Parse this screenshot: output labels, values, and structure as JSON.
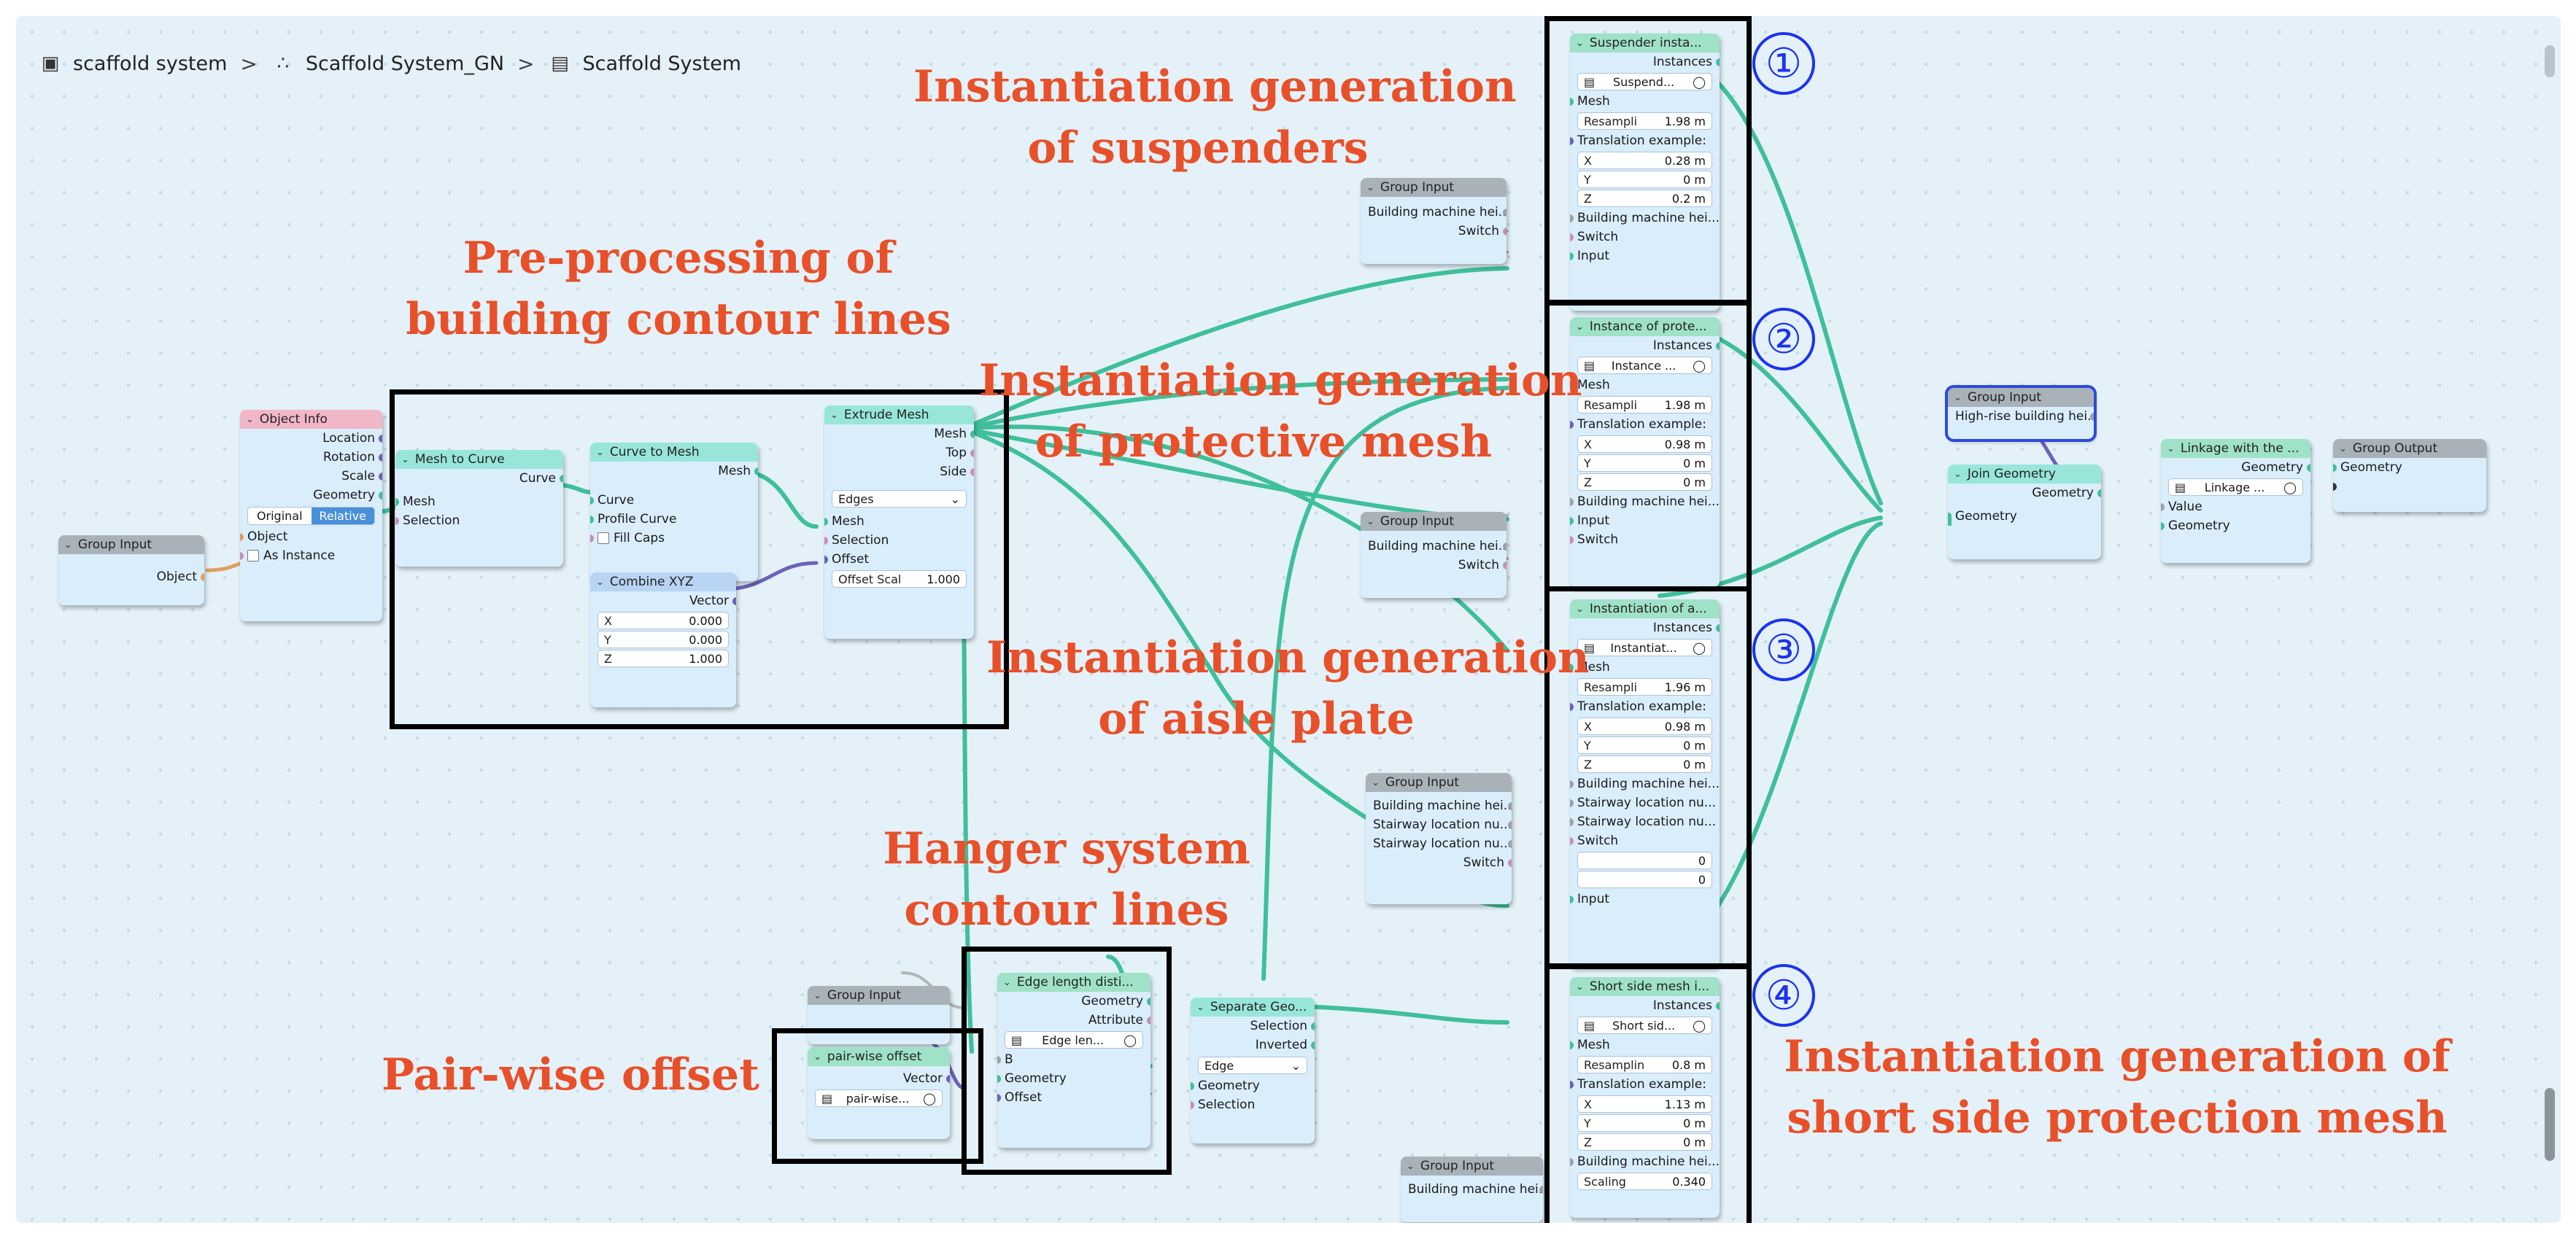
{
  "breadcrumb": {
    "items": [
      {
        "icon": "object-icon",
        "label": "scaffold system"
      },
      {
        "icon": "modifier-icon",
        "label": "Scaffold System_GN"
      },
      {
        "icon": "node-group-icon",
        "label": "Scaffold System"
      }
    ],
    "separator": ">"
  },
  "annotations": {
    "suspenders": [
      "Instantiation generation",
      "of suspenders"
    ],
    "preprocessing": [
      "Pre-processing of",
      "building contour lines"
    ],
    "protective_mesh": [
      "Instantiation generation",
      "of protective mesh"
    ],
    "aisle_plate": [
      "Instantiation generation",
      "of aisle plate"
    ],
    "hanger": [
      "Hanger system",
      "contour lines"
    ],
    "pairwise": [
      "Pair-wise offset"
    ],
    "short_side": [
      "Instantiation generation of",
      "short side protection mesh"
    ]
  },
  "markers": [
    "①",
    "②",
    "③",
    "④"
  ],
  "colors": {
    "annotation": "#e8502a",
    "marker": "#1c33ee",
    "geometry_wire": "#3fbf9a",
    "vector_wire": "#6b62b8",
    "object_wire": "#e0a060"
  },
  "nodes": {
    "group_input_main": {
      "title": "Group Input",
      "out": "Object"
    },
    "object_info": {
      "title": "Object Info",
      "outs": [
        "Location",
        "Rotation",
        "Scale",
        "Geometry"
      ],
      "modes": [
        "Original",
        "Relative"
      ],
      "object": "Object",
      "as_instance": "As Instance"
    },
    "mesh_to_curve": {
      "title": "Mesh to Curve",
      "out": "Curve",
      "ins": [
        "Mesh",
        "Selection"
      ]
    },
    "curve_to_mesh": {
      "title": "Curve to Mesh",
      "out": "Mesh",
      "ins": [
        "Curve",
        "Profile Curve",
        "Fill Caps"
      ]
    },
    "combine_xyz": {
      "title": "Combine XYZ",
      "out": "Vector",
      "x": "0.000",
      "y": "0.000",
      "z": "1.000",
      "labels": [
        "X",
        "Y",
        "Z"
      ]
    },
    "extrude_mesh": {
      "title": "Extrude Mesh",
      "outs": [
        "Mesh",
        "Top",
        "Side"
      ],
      "mode": "Edges",
      "ins": [
        "Mesh",
        "Selection",
        "Offset"
      ],
      "offset_scale_label": "Offset Scal",
      "offset_scale": "1.000"
    },
    "group_input_1": {
      "title": "Group Input",
      "outs": [
        "Building machine hei...",
        "Switch"
      ]
    },
    "group_input_2": {
      "title": "Group Input",
      "outs": [
        "Building machine hei...",
        "Switch"
      ]
    },
    "group_input_3": {
      "title": "Group Input",
      "outs": [
        "Building machine hei...",
        "Stairway location nu...",
        "Stairway location nu...",
        "Switch"
      ]
    },
    "group_input_4": {
      "title": "Group Input",
      "outs": [
        "Building machine hei..."
      ]
    },
    "group_input_5": {
      "title": "Group Input"
    },
    "group_input_right": {
      "title": "Group Input",
      "out": "High-rise building hei..."
    },
    "pairwise_offset": {
      "title": "pair-wise offset",
      "out": "Vector",
      "datablock": "pair-wise..."
    },
    "edge_length": {
      "title": "Edge length disti...",
      "outs": [
        "Geometry",
        "Attribute"
      ],
      "datablock": "Edge len...",
      "ins": [
        "B",
        "Geometry",
        "Offset"
      ]
    },
    "separate_geo": {
      "title": "Separate Geo...",
      "outs": [
        "Selection",
        "Inverted"
      ],
      "mode": "Edge",
      "ins": [
        "Geometry",
        "Selection"
      ]
    },
    "suspender": {
      "title": "Suspender insta...",
      "out": "Instances",
      "datablock": "Suspend...",
      "mesh": "Mesh",
      "resample_label": "Resampli",
      "resample": "1.98 m",
      "translation": "Translation example:",
      "x": "0.28 m",
      "y": "0 m",
      "z": "0.2 m",
      "ins": [
        "Building machine hei...",
        "Switch",
        "Input"
      ]
    },
    "protective": {
      "title": "Instance of prote...",
      "out": "Instances",
      "datablock": "Instance ...",
      "mesh": "Mesh",
      "resample_label": "Resampli",
      "resample": "1.98 m",
      "translation": "Translation example:",
      "x": "0.98 m",
      "y": "0 m",
      "z": "0 m",
      "ins": [
        "Building machine hei...",
        "Input",
        "Switch"
      ]
    },
    "aisle": {
      "title": "Instantiation of a...",
      "out": "Instances",
      "datablock": "Instantiat...",
      "mesh": "Mesh",
      "resample_label": "Resampli",
      "resample": "1.96 m",
      "translation": "Translation example:",
      "x": "0.98 m",
      "y": "0 m",
      "z": "0 m",
      "ins": [
        "Building machine hei...",
        "Stairway location nu...",
        "Stairway location nu...",
        "Switch"
      ],
      "v1": "0",
      "v2": "0",
      "input": "Input"
    },
    "short_side": {
      "title": "Short side mesh i...",
      "out": "Instances",
      "datablock": "Short sid...",
      "mesh": "Mesh",
      "resample_label": "Resamplin",
      "resample": "0.8 m",
      "translation": "Translation example:",
      "x": "1.13 m",
      "y": "0 m",
      "z": "0 m",
      "ins": [
        "Building machine hei..."
      ],
      "scaling_label": "Scaling",
      "scaling": "0.340"
    },
    "join_geometry": {
      "title": "Join Geometry",
      "out": "Geometry",
      "in": "Geometry"
    },
    "linkage": {
      "title": "Linkage with the ...",
      "out": "Geometry",
      "datablock": "Linkage ...",
      "ins": [
        "Value",
        "Geometry"
      ]
    },
    "group_output": {
      "title": "Group Output",
      "in": "Geometry"
    }
  }
}
